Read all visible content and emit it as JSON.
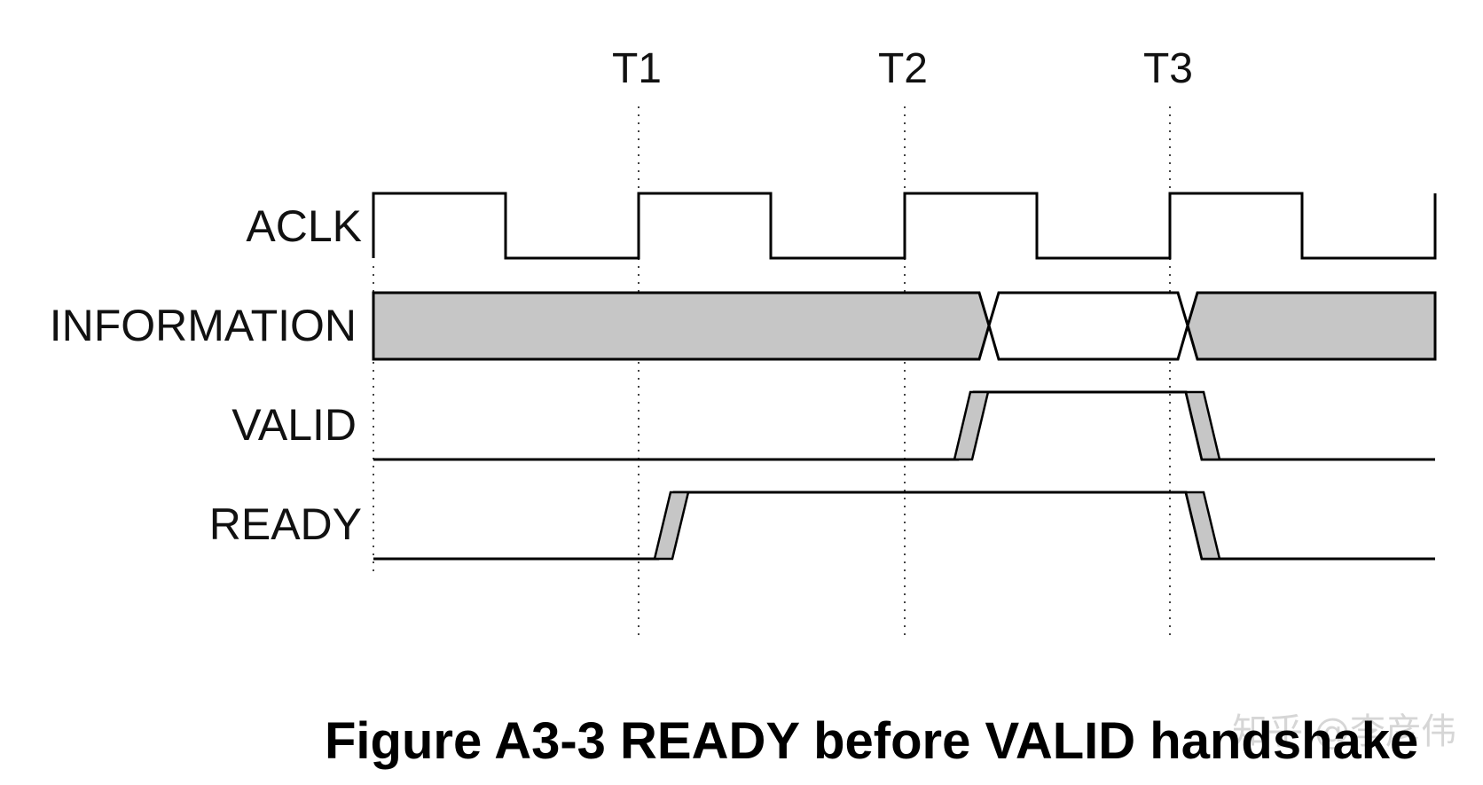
{
  "time_markers": [
    "T1",
    "T2",
    "T3"
  ],
  "signals": {
    "aclk": "ACLK",
    "information": "INFORMATION",
    "valid": "VALID",
    "ready": "READY"
  },
  "caption": "Figure A3-3 READY before VALID handshake",
  "watermark": "知乎 @李彦伟",
  "colors": {
    "line": "#000000",
    "bus_fill": "#c6c6c6",
    "background": "#ffffff"
  }
}
